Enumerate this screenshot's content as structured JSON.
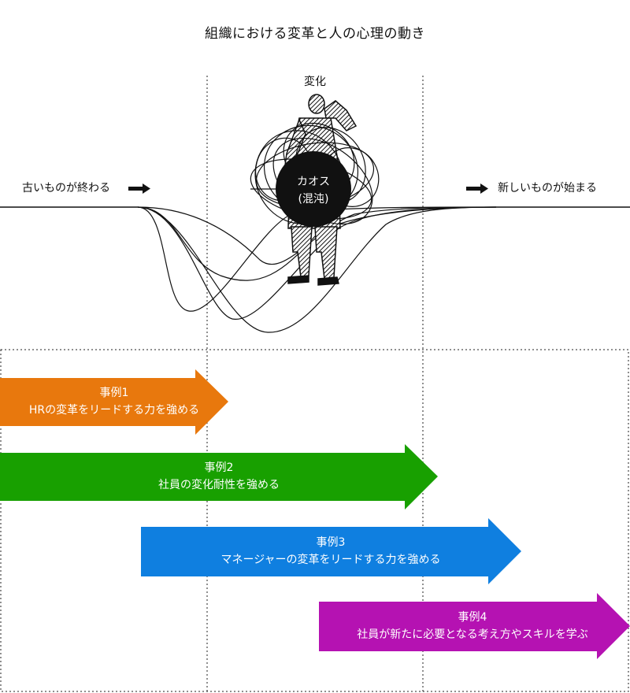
{
  "title": "組織における変革と人の心理の動き",
  "change_label": "変化",
  "old_end_label": "古いものが終わる",
  "new_start_label": "新しいものが始まる",
  "chaos": {
    "line1": "カオス",
    "line2": "(混沌)"
  },
  "cases": [
    {
      "label": "事例1",
      "text": "HRの変革をリードする力を強める",
      "color": "#e8780d"
    },
    {
      "label": "事例2",
      "text": "社員の変化耐性を強める",
      "color": "#18a000"
    },
    {
      "label": "事例3",
      "text": "マネージャーの変革をリードする力を強める",
      "color": "#0f7fe0"
    },
    {
      "label": "事例4",
      "text": "社員が新たに必要となる考え方やスキルを学ぶ",
      "color": "#b512b2"
    }
  ]
}
